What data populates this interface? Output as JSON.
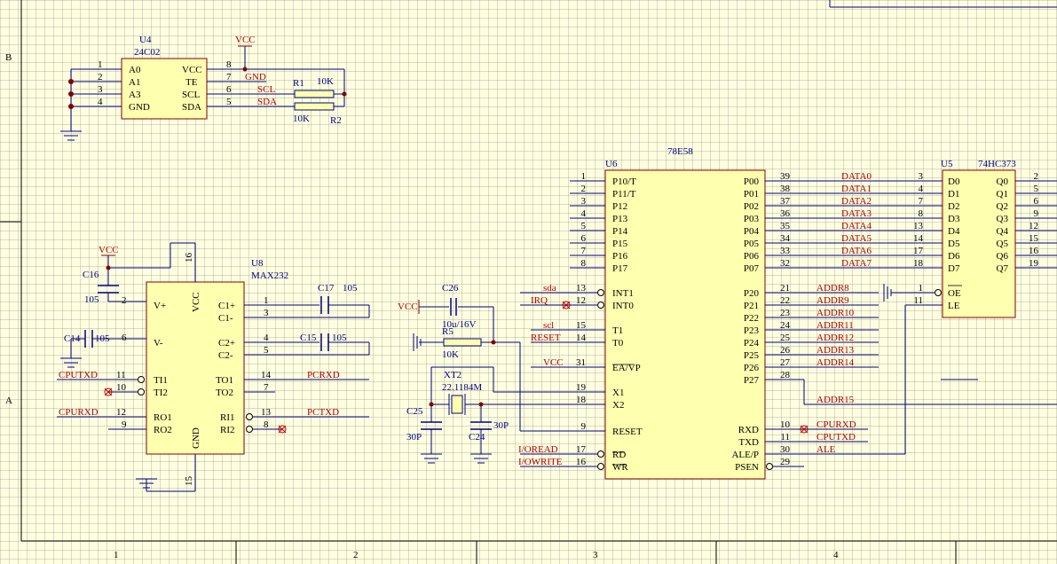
{
  "sheet": {
    "zone_rows": [
      "B",
      "A"
    ],
    "zone_cols": [
      "1",
      "2",
      "3",
      "4"
    ]
  },
  "colors": {
    "wire": "#000080",
    "body_fill": "#ffffb0",
    "body_stroke": "#800000",
    "net_label": "#b00000",
    "junction": "#800000"
  },
  "power": {
    "vcc": "VCC",
    "gnd": "GND"
  },
  "u4": {
    "designator": "U4",
    "part": "24C02",
    "left_pins": [
      {
        "num": "1",
        "name": "A0"
      },
      {
        "num": "2",
        "name": "A1"
      },
      {
        "num": "3",
        "name": "A3"
      },
      {
        "num": "4",
        "name": "GND"
      }
    ],
    "right_pins": [
      {
        "num": "8",
        "name": "VCC"
      },
      {
        "num": "7",
        "name": "TE"
      },
      {
        "num": "6",
        "name": "SCL"
      },
      {
        "num": "5",
        "name": "SDA"
      }
    ],
    "nets": [
      "GND",
      "SCL",
      "SDA"
    ]
  },
  "resistors": {
    "r1": {
      "name": "R1",
      "value": "10K"
    },
    "r2": {
      "name": "R2",
      "value": "10K"
    },
    "r5": {
      "name": "R5",
      "value": "10K"
    }
  },
  "u8": {
    "designator": "U8",
    "part": "MAX232",
    "top_pin": {
      "num": "16",
      "name": "VCC"
    },
    "bottom_pin": {
      "num": "15",
      "name": "GND"
    },
    "left_pins": [
      {
        "num": "2",
        "name": "V+"
      },
      {
        "num": "6",
        "name": "V-"
      },
      {
        "num": "11",
        "name": "TI1"
      },
      {
        "num": "10",
        "name": "TI2"
      },
      {
        "num": "12",
        "name": "RO1"
      },
      {
        "num": "9",
        "name": "RO2"
      }
    ],
    "right_pins": [
      {
        "num": "1",
        "name": "C1+"
      },
      {
        "num": "3",
        "name": "C1-"
      },
      {
        "num": "4",
        "name": "C2+"
      },
      {
        "num": "5",
        "name": "C2-"
      },
      {
        "num": "14",
        "name": "TO1"
      },
      {
        "num": "7",
        "name": "TO2"
      },
      {
        "num": "13",
        "name": "RI1"
      },
      {
        "num": "8",
        "name": "RI2"
      }
    ],
    "nets": [
      "CPUTXD",
      "CPURXD",
      "PCRXD",
      "PCTXD"
    ]
  },
  "caps": {
    "c16": {
      "name": "C16",
      "value": "105"
    },
    "c14": {
      "name": "C14",
      "value": "105"
    },
    "c17": {
      "name": "C17",
      "value": "105"
    },
    "c15": {
      "name": "C15",
      "value": "105"
    },
    "c26": {
      "name": "C26",
      "value": "10u/16V"
    },
    "c25": {
      "name": "C25",
      "value": "30P"
    },
    "c24": {
      "name": "C24",
      "value": "30P"
    }
  },
  "xt2": {
    "name": "XT2",
    "value": "22.1184M"
  },
  "u6": {
    "designator": "U6",
    "part": "78E58",
    "left_pins": [
      {
        "num": "1",
        "name": "P10/T"
      },
      {
        "num": "2",
        "name": "P11/T"
      },
      {
        "num": "3",
        "name": "P12"
      },
      {
        "num": "4",
        "name": "P13"
      },
      {
        "num": "5",
        "name": "P14"
      },
      {
        "num": "6",
        "name": "P15"
      },
      {
        "num": "7",
        "name": "P16"
      },
      {
        "num": "8",
        "name": "P17"
      },
      {
        "num": "13",
        "name": "INT1"
      },
      {
        "num": "12",
        "name": "INT0"
      },
      {
        "num": "15",
        "name": "T1"
      },
      {
        "num": "14",
        "name": "T0"
      },
      {
        "num": "31",
        "name": "EA/VP"
      },
      {
        "num": "19",
        "name": "X1"
      },
      {
        "num": "18",
        "name": "X2"
      },
      {
        "num": "9",
        "name": "RESET"
      },
      {
        "num": "17",
        "name": "RD"
      },
      {
        "num": "16",
        "name": "WR"
      }
    ],
    "right_pins": [
      {
        "num": "39",
        "name": "P00"
      },
      {
        "num": "38",
        "name": "P01"
      },
      {
        "num": "37",
        "name": "P02"
      },
      {
        "num": "36",
        "name": "P03"
      },
      {
        "num": "35",
        "name": "P04"
      },
      {
        "num": "34",
        "name": "P05"
      },
      {
        "num": "33",
        "name": "P06"
      },
      {
        "num": "32",
        "name": "P07"
      },
      {
        "num": "21",
        "name": "P20"
      },
      {
        "num": "22",
        "name": "P21"
      },
      {
        "num": "23",
        "name": "P22"
      },
      {
        "num": "24",
        "name": "P23"
      },
      {
        "num": "25",
        "name": "P24"
      },
      {
        "num": "26",
        "name": "P25"
      },
      {
        "num": "27",
        "name": "P26"
      },
      {
        "num": "28",
        "name": "P27"
      },
      {
        "num": "10",
        "name": "RXD"
      },
      {
        "num": "11",
        "name": "TXD"
      },
      {
        "num": "30",
        "name": "ALE/P"
      },
      {
        "num": "29",
        "name": "PSEN"
      }
    ],
    "left_nets": [
      "sda",
      "IRQ",
      "scl",
      "RESET",
      "VCC",
      "I/OREAD",
      "I/OWRITE"
    ],
    "data_nets": [
      "DATA0",
      "DATA1",
      "DATA2",
      "DATA3",
      "DATA4",
      "DATA5",
      "DATA6",
      "DATA7"
    ],
    "addr_nets": [
      "ADDR8",
      "ADDR9",
      "ADDR10",
      "ADDR11",
      "ADDR12",
      "ADDR13",
      "ADDR14",
      "",
      "ADDR15"
    ],
    "serial_nets": [
      "CPURXD",
      "CPUTXD",
      "ALE"
    ]
  },
  "u5": {
    "designator": "U5",
    "part": "74HC373",
    "left_pins": [
      {
        "num": "3",
        "name": "D0"
      },
      {
        "num": "4",
        "name": "D1"
      },
      {
        "num": "7",
        "name": "D2"
      },
      {
        "num": "8",
        "name": "D3"
      },
      {
        "num": "13",
        "name": "D4"
      },
      {
        "num": "14",
        "name": "D5"
      },
      {
        "num": "17",
        "name": "D6"
      },
      {
        "num": "18",
        "name": "D7"
      },
      {
        "num": "1",
        "name": "OE"
      },
      {
        "num": "11",
        "name": "LE"
      }
    ],
    "right_pins": [
      {
        "num": "2",
        "name": "Q0"
      },
      {
        "num": "5",
        "name": "Q1"
      },
      {
        "num": "6",
        "name": "Q2"
      },
      {
        "num": "9",
        "name": "Q3"
      },
      {
        "num": "12",
        "name": "Q4"
      },
      {
        "num": "15",
        "name": "Q5"
      },
      {
        "num": "16",
        "name": "Q6"
      },
      {
        "num": "19",
        "name": "Q7"
      }
    ]
  }
}
